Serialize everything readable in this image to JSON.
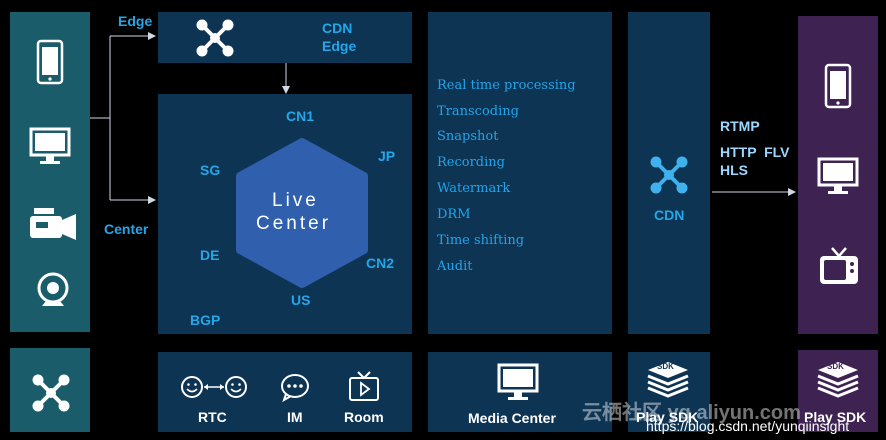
{
  "left_labels": {
    "edge": "Edge",
    "center": "Center"
  },
  "cdn_edge": {
    "line1": "CDN",
    "line2": "Edge"
  },
  "live_center": {
    "line1": "Live",
    "line2": "Center",
    "regions": {
      "cn1": "CN1",
      "jp": "JP",
      "sg": "SG",
      "cn2": "CN2",
      "de": "DE",
      "us": "US",
      "bgp": "BGP"
    }
  },
  "media_features": [
    "Real time processing",
    "Transcoding",
    "Snapshot",
    "Recording",
    "Watermark",
    "DRM",
    "Time shifting",
    "Audit"
  ],
  "cdn_box": {
    "label": "CDN"
  },
  "protocols": {
    "rtmp": "RTMP",
    "http_flv": "HTTP  FLV",
    "hls": "HLS"
  },
  "bottom": {
    "rtc": "RTC",
    "im": "IM",
    "room": "Room",
    "media_center": "Media Center",
    "play_sdk_1": "Play SDK",
    "play_sdk_2": "Play SDK",
    "sdk_badge": "SDK"
  },
  "watermark": {
    "brand": "云栖社区 yq.aliyun.com",
    "url": "https://blog.csdn.net/yunqiinsight"
  },
  "colors": {
    "accent": "#25a6e8",
    "teal": "#1b5c6a",
    "navy": "#0e3454",
    "purple": "#3e2352",
    "hex": "#2f5fad"
  }
}
